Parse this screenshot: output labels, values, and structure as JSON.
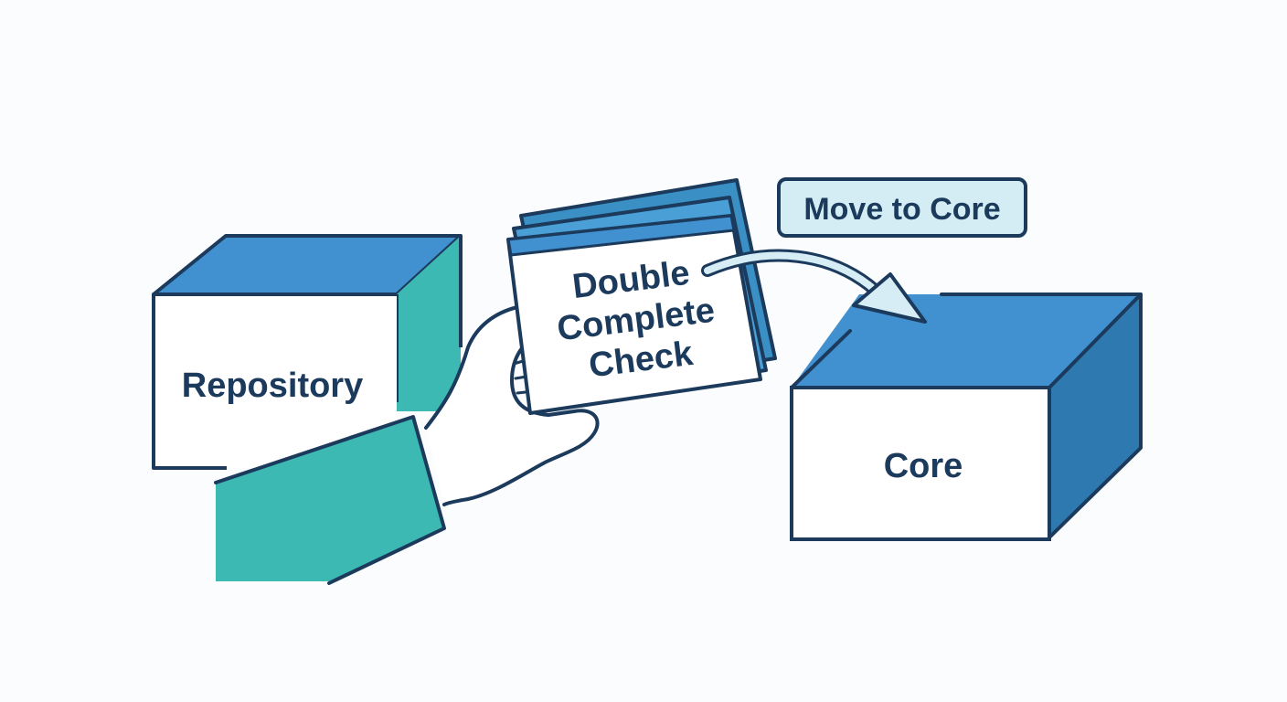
{
  "diagram": {
    "source_box": {
      "label": "Repository"
    },
    "card": {
      "lines": [
        "Double",
        "Complete",
        "Check"
      ]
    },
    "action_label": {
      "text": "Move to Core"
    },
    "target_box": {
      "label": "Core"
    }
  },
  "colors": {
    "outline": "#1b3a5c",
    "blue_top": "#4190d0",
    "blue_side": "#2f79b1",
    "teal": "#3db9b4",
    "card_back": "#3a8fc4",
    "tag_fill": "#d4ecf4",
    "arrow_fill": "#d7edf6",
    "background": "#fbfcfd"
  },
  "icons": [
    "hand-icon",
    "curved-arrow-icon"
  ]
}
